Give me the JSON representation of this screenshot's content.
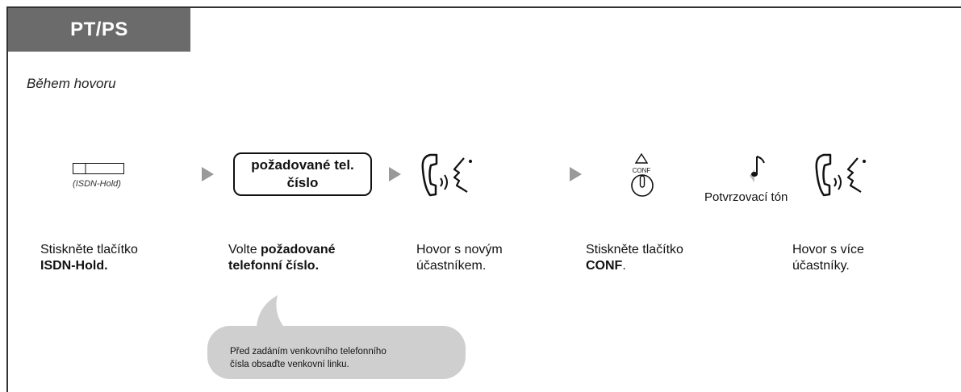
{
  "tab": {
    "label": "PT/PS"
  },
  "context": "Během hovoru",
  "steps": [
    {
      "caption": "(ISDN-Hold)",
      "line1": "Stiskněte tlačítko",
      "bold": "ISDN-Hold."
    },
    {
      "box_line1": "požadované tel.",
      "box_line2": "číslo",
      "plain": "Volte ",
      "bold1": "požadované",
      "bold2": "telefonní číslo."
    },
    {
      "line1": "Hovor s novým",
      "line2": "účastníkem."
    },
    {
      "conf_caption": "CONF",
      "line1": "Stiskněte tlačítko",
      "bold": "CONF",
      "after_bold": "."
    },
    {
      "tone_label": "Potvrzovací tón",
      "line1": "Hovor s více",
      "line2": "účastníky."
    }
  ],
  "note": {
    "line1": "Před zadáním venkovního telefonního",
    "line2": "čísla obsaďte venkovní linku."
  },
  "colors": {
    "tab_bg": "#6b6b6b",
    "arrow": "#999999",
    "bubble": "#cfcfcf"
  },
  "icons": [
    "isdn-hold-button-icon",
    "arrow-right-icon",
    "handset-talking-icon",
    "conf-button-icon",
    "confirmation-tone-icon"
  ]
}
